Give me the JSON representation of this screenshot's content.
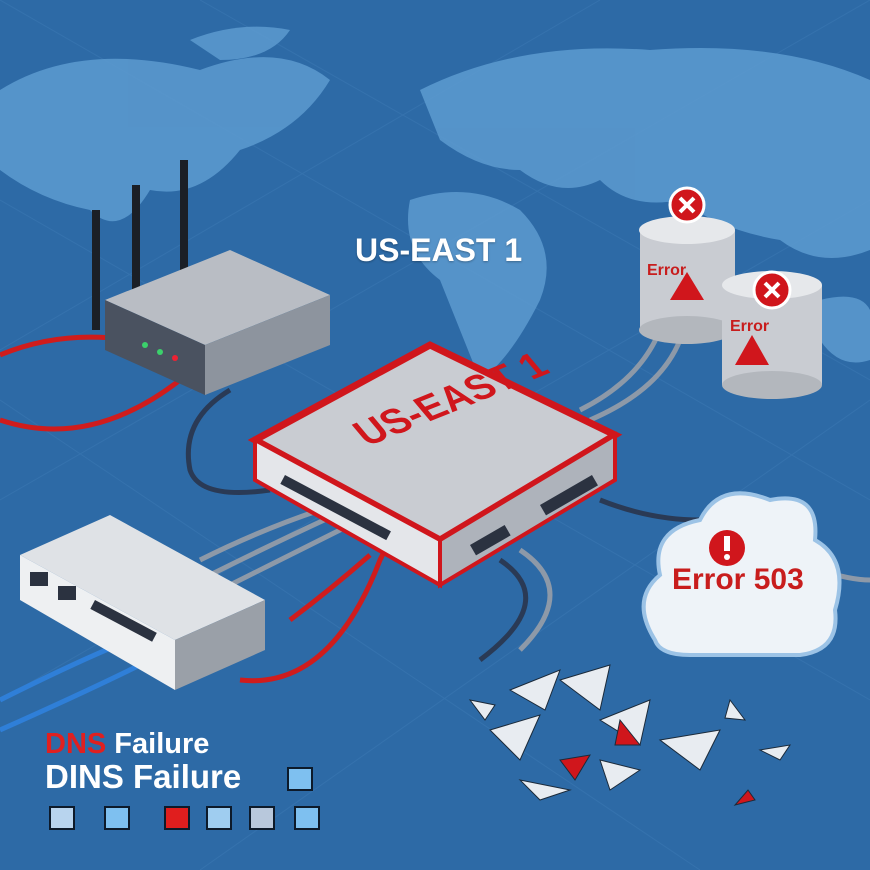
{
  "title": "US-EAST 1",
  "hub": {
    "label": "US-EAST 1"
  },
  "servers": [
    {
      "label": "Error"
    },
    {
      "label": "Error"
    }
  ],
  "cloud": {
    "label": "Error 503"
  },
  "dns": {
    "line1_red": "DNS",
    "line1_rest": " Failure",
    "line2": "DINS Failure"
  },
  "colors": {
    "background": "#2d6aa6",
    "map": "#5d9bd0",
    "alert": "#d0161c",
    "device": "#c9ccd2"
  }
}
